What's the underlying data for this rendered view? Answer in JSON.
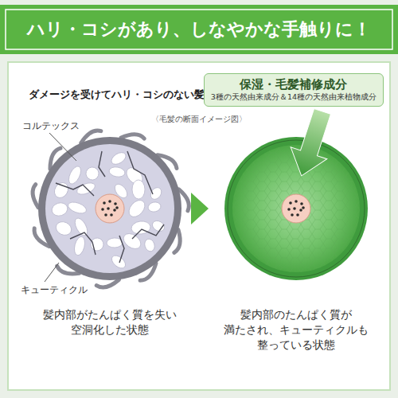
{
  "diagram": {
    "title": "ハリ・コシがあり、しなやかな手触りに！",
    "nodes": [
      {
        "text": [
          "保湿・毛髪補修成分",
          "3種の天然由来成分＆14種の天然由来植物成分"
        ]
      }
    ],
    "labels": [
      "ダメージを受けてハリ・コシのない髪",
      "〈毛髪の断面イメージ図〉",
      "コルテックス",
      "キューティクル",
      "髪内部がたんぱく質を失い 空洞化した状態",
      "髪内部のたんぱく質が 満たされ、キューティクルも 整っている状態"
    ]
  }
}
